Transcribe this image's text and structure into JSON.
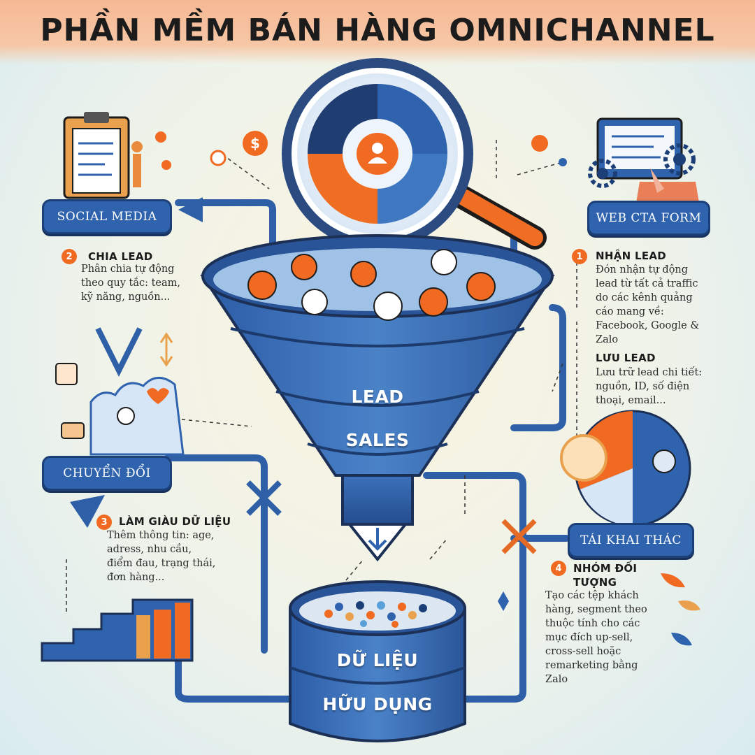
{
  "title": "PHẦN MỀM BÁN HÀNG OMNICHANNEL",
  "nodes": {
    "social_media": "SOCIAL MEDIA",
    "web_cta_form": "WEB CTA FORM",
    "chuyen_doi": "CHUYỂN ĐỔI",
    "tai_khai_thac": "TÁI KHAI THÁC"
  },
  "funnel": {
    "lead": "LEAD",
    "sales": "SALES",
    "bucket_line1": "DỮ LIỆU",
    "bucket_line2": "HỮU DỤNG"
  },
  "sections": {
    "nhan_lead": {
      "number": "1",
      "title": "NHẬN LEAD",
      "text": "Đón nhận tự động\nlead từ tất cả traffic\ndo các kênh quảng\ncáo mang về:\nFacebook, Google &\nZalo"
    },
    "luu_lead": {
      "title": "LƯU LEAD",
      "text": "Lưu trữ lead chi tiết:\nnguồn, ID, số điện\nthoại, email..."
    },
    "chia_lead": {
      "number": "2",
      "title": "CHIA LEAD",
      "text": "Phân chia tự động\ntheo quy tắc: team,\nkỹ năng, nguồn..."
    },
    "lam_giau": {
      "number": "3",
      "title": "LÀM GIÀU DỮ LIỆU",
      "text": "Thêm thông tin: age,\nadress, nhu cầu,\nđiểm đau, trạng thái,\nđơn hàng..."
    },
    "nhom_doi_tuong": {
      "number": "4",
      "title": "NHÓM ĐỐI\nTƯỢNG",
      "text": "Tạo các tệp khách\nhàng, segment theo\nthuộc tính cho các\nmục đích up-sell,\ncross-sell hoặc\nremarketing bằng\nZalo"
    }
  },
  "icons": [
    "magnifier-icon",
    "user-icon",
    "clipboard-icon",
    "monitor-icon",
    "gear-icon",
    "pie-chart-icon",
    "bar-chart-icon",
    "cloud-heart-icon",
    "dollar-icon",
    "arrow-icon",
    "leaf-icon"
  ],
  "colors": {
    "accent_orange": "#f06a21",
    "primary_blue": "#2f63ad",
    "dark_blue": "#1c3f78"
  }
}
